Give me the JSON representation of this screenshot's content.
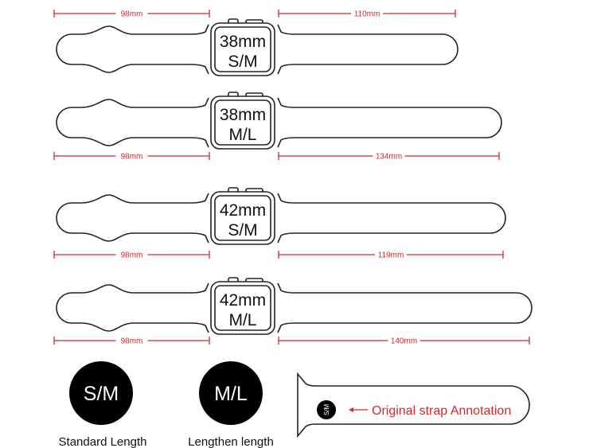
{
  "bands": [
    {
      "case_size": "38mm",
      "fit": "S/M",
      "left_length": "98mm",
      "right_length": "110mm"
    },
    {
      "case_size": "38mm",
      "fit": "M/L",
      "left_length": "98mm",
      "right_length": "134mm"
    },
    {
      "case_size": "42mm",
      "fit": "S/M",
      "left_length": "98mm",
      "right_length": "119mm"
    },
    {
      "case_size": "42mm",
      "fit": "M/L",
      "left_length": "98mm",
      "right_length": "140mm"
    }
  ],
  "legend": {
    "sm": {
      "badge": "S/M",
      "label": "Standard Length"
    },
    "ml": {
      "badge": "M/L",
      "label": "Lengthen length"
    }
  },
  "annotation": {
    "badge": "S/M",
    "text": "Original strap Annotation"
  },
  "colors": {
    "dimension": "#d12a2a",
    "outline": "#222222",
    "badge": "#000000"
  }
}
